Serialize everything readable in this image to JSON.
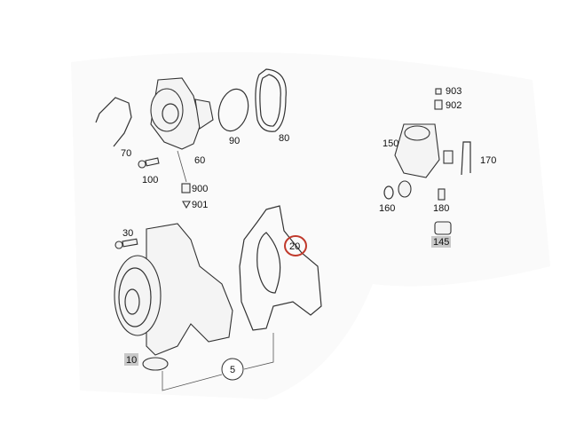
{
  "diagram": {
    "labels": {
      "p70": "70",
      "p60": "60",
      "p90": "90",
      "p80": "80",
      "p100": "100",
      "p900": "900",
      "p901": "901",
      "p903": "903",
      "p902": "902",
      "p150": "150",
      "p170": "170",
      "p160": "160",
      "p180": "180",
      "p145": "145",
      "p30": "30",
      "p20": "20",
      "p10": "10",
      "p5": "5"
    },
    "colors": {
      "highlight_circle": "#c0392b",
      "label_box": "#c8c8c8"
    }
  }
}
